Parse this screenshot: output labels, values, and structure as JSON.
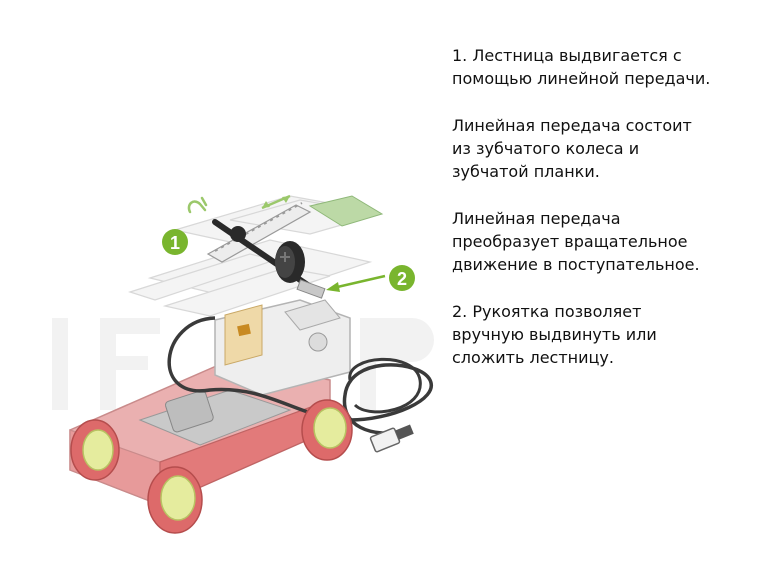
{
  "text": {
    "p1": "1. Лестница выдвигается с\nпомощью линейной передачи.",
    "p2": "Линейная передача состоит\nиз зубчатого колеса и\nзубчатой планки.",
    "p3": "Линейная передача\nпреобразует вращательное\nдвижение в поступательное.",
    "p4": "2. Рукоятка позволяет\nвручную выдвинуть или\nсложить лестницу."
  },
  "callouts": {
    "first": "1",
    "second": "2"
  },
  "colors": {
    "callout_green": "#79b52e",
    "brick_red": "#e05b5b",
    "wheel_lime": "#dfe89a",
    "gear_black": "#2a2a2a"
  },
  "icons": [
    "rotate-arrow-icon",
    "slide-arrow-icon",
    "pointer-arrow-icon"
  ]
}
